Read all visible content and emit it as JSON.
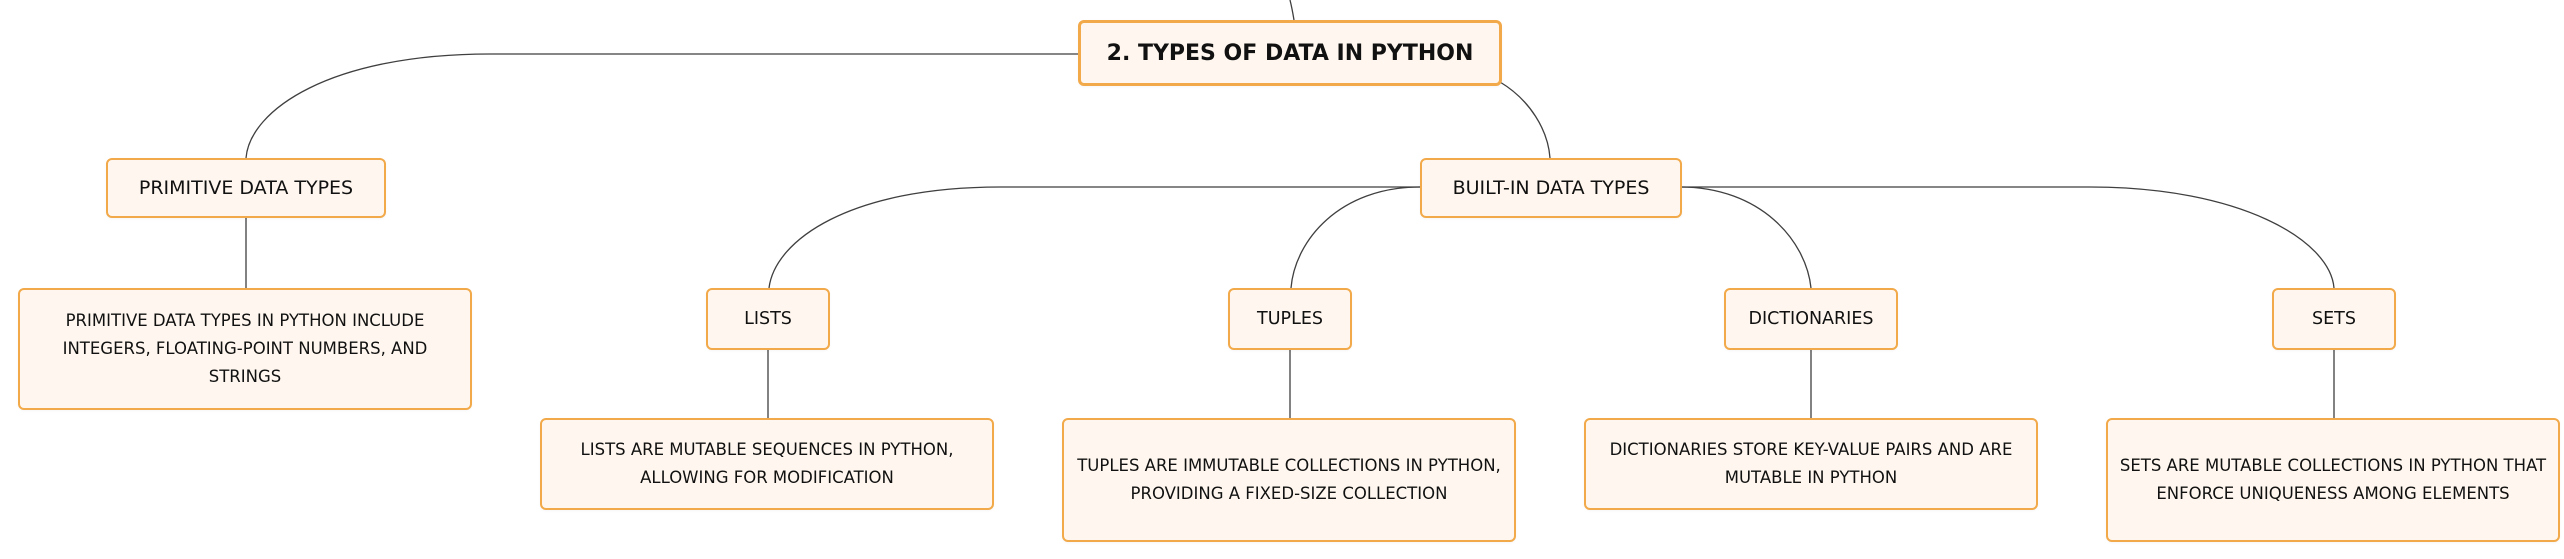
{
  "root": {
    "label": "2. TYPES OF DATA IN PYTHON"
  },
  "primitive": {
    "label": "PRIMITIVE DATA TYPES",
    "description": "PRIMITIVE DATA TYPES IN PYTHON INCLUDE INTEGERS, FLOATING-POINT NUMBERS, AND STRINGS"
  },
  "builtin": {
    "label": "BUILT-IN DATA TYPES",
    "children": [
      {
        "label": "LISTS",
        "description": "LISTS ARE MUTABLE SEQUENCES IN PYTHON, ALLOWING FOR MODIFICATION"
      },
      {
        "label": "TUPLES",
        "description": "TUPLES ARE IMMUTABLE COLLECTIONS IN PYTHON, PROVIDING A FIXED-SIZE COLLECTION"
      },
      {
        "label": "DICTIONARIES",
        "description": "DICTIONARIES STORE KEY-VALUE PAIRS AND ARE MUTABLE IN PYTHON"
      },
      {
        "label": "SETS",
        "description": "SETS ARE MUTABLE COLLECTIONS IN PYTHON THAT ENFORCE UNIQUENESS AMONG ELEMENTS"
      }
    ]
  },
  "colors": {
    "node_border": "#f2a94a",
    "node_fill": "#fff7ef",
    "connector": "#3f3f3f"
  }
}
